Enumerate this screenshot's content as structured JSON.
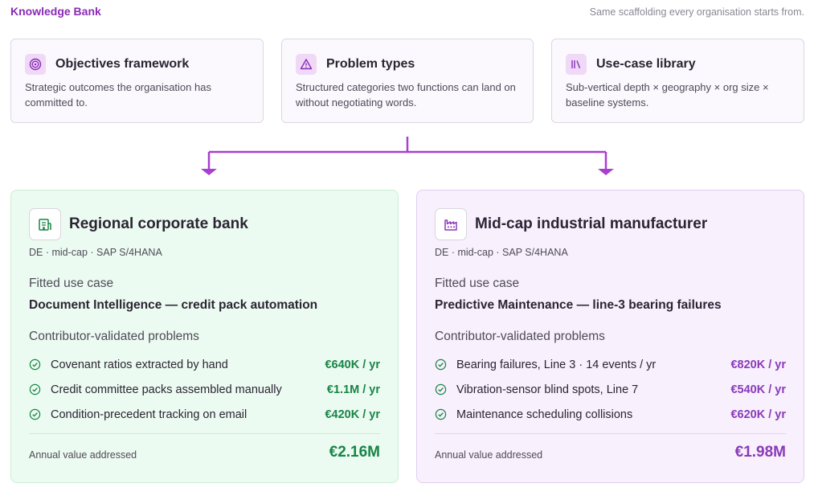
{
  "header": {
    "title": "Knowledge Bank",
    "subtitle": "Same scaffolding every organisation starts from."
  },
  "kb_cards": [
    {
      "icon": "target-icon",
      "title": "Objectives framework",
      "description": "Strategic outcomes the organisation has committed to."
    },
    {
      "icon": "warning-triangle-icon",
      "title": "Problem types",
      "description": "Structured categories two functions can land on without negotiating words."
    },
    {
      "icon": "library-icon",
      "title": "Use-case library",
      "description": "Sub-vertical depth × geography × org size × baseline systems."
    }
  ],
  "colors": {
    "brand": "#8a2bb5",
    "connector": "#a93fd0",
    "green_accent": "#178546",
    "purple_accent": "#8a3ab8"
  },
  "fits": [
    {
      "icon": "bank-building-icon",
      "org_name": "Regional corporate bank",
      "meta": "DE · mid-cap · SAP S/4HANA",
      "fitted_label": "Fitted use case",
      "use_case": "Document Intelligence — credit pack automation",
      "problems_label": "Contributor-validated problems",
      "problems": [
        {
          "text": "Covenant ratios extracted by hand",
          "value": "€640K / yr"
        },
        {
          "text": "Credit committee packs assembled manually",
          "value": "€1.1M / yr"
        },
        {
          "text": "Condition-precedent tracking on email",
          "value": "€420K / yr"
        }
      ],
      "annual_label": "Annual value addressed",
      "annual_value": "€2.16M"
    },
    {
      "icon": "factory-icon",
      "org_name": "Mid-cap industrial manufacturer",
      "meta": "DE · mid-cap · SAP S/4HANA",
      "fitted_label": "Fitted use case",
      "use_case": "Predictive Maintenance — line-3 bearing failures",
      "problems_label": "Contributor-validated problems",
      "problems": [
        {
          "text": "Bearing failures, Line 3 · 14 events / yr",
          "value": "€820K / yr"
        },
        {
          "text": "Vibration-sensor blind spots, Line 7",
          "value": "€540K / yr"
        },
        {
          "text": "Maintenance scheduling collisions",
          "value": "€620K / yr"
        }
      ],
      "annual_label": "Annual value addressed",
      "annual_value": "€1.98M"
    }
  ]
}
